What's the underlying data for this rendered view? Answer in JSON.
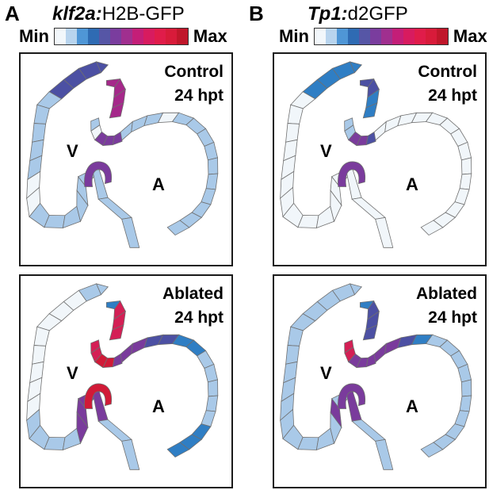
{
  "panels": [
    {
      "letter": "A",
      "title_italic": "klf2a:",
      "title_rest": "H2B-GFP"
    },
    {
      "letter": "B",
      "title_italic": "Tp1:",
      "title_rest": "d2GFP"
    }
  ],
  "scale": {
    "min_label": "Min",
    "max_label": "Max",
    "colors": [
      "#f2f7fb",
      "#b8d4ee",
      "#4f96d6",
      "#2f6bb3",
      "#5656a6",
      "#7a3d9e",
      "#a02f8f",
      "#c41e78",
      "#d81b5f",
      "#e01c4a",
      "#d81b3a",
      "#c0172b"
    ]
  },
  "chamber_labels": {
    "ventricle": "V",
    "atrium": "A"
  },
  "conditions": {
    "control": [
      "Control",
      "24 hpt"
    ],
    "ablated": [
      "Ablated",
      "24 hpt"
    ]
  },
  "level_colors": {
    "l0": "#f1f6fa",
    "l1": "#a9c9e8",
    "l2": "#2f7ec4",
    "l3": "#4c50a3",
    "l4": "#7a3b9c",
    "l5": "#a5288a",
    "l6": "#d41f55",
    "l7": "#d11a37"
  },
  "heart_maps": {
    "klf2a_control": {
      "ventricle": [
        "l3",
        "l3",
        "l3",
        "l1",
        "l1",
        "l1",
        "l1",
        "l1",
        "l0",
        "l0",
        "l1",
        "l1",
        "l1",
        "l1",
        "l1",
        "l1"
      ],
      "avc_out": [
        "l5",
        "l5",
        "l5",
        "l5"
      ],
      "avc_in": [
        "l1",
        "l0",
        "l4",
        "l4",
        "l4"
      ],
      "atrium_top": [
        "l1",
        "l1",
        "l1",
        "l0",
        "l1",
        "l1",
        "l1",
        "l1",
        "l1",
        "l1",
        "l1",
        "l1",
        "l1",
        "l1"
      ],
      "atrium_left": [
        "l1",
        "l1",
        "l1"
      ]
    },
    "tp1_control": {
      "ventricle": [
        "l2",
        "l2",
        "l2",
        "l0",
        "l0",
        "l0",
        "l0",
        "l0",
        "l0",
        "l0",
        "l0",
        "l0",
        "l0",
        "l0",
        "l0",
        "l0"
      ],
      "avc_out": [
        "l3",
        "l3",
        "l2",
        "l2"
      ],
      "avc_in": [
        "l1",
        "l1",
        "l4",
        "l4",
        "l3"
      ],
      "atrium_top": [
        "l0",
        "l0",
        "l0",
        "l0",
        "l0",
        "l0",
        "l0",
        "l0",
        "l0",
        "l0",
        "l0",
        "l0",
        "l0",
        "l0"
      ],
      "atrium_left": [
        "l0",
        "l0",
        "l0"
      ]
    },
    "klf2a_ablated": {
      "ventricle": [
        "l1",
        "l0",
        "l0",
        "l0",
        "l0",
        "l0",
        "l0",
        "l0",
        "l0",
        "l1",
        "l1",
        "l1",
        "l1",
        "l4",
        "l4",
        "l4"
      ],
      "avc_out": [
        "l2",
        "l6",
        "l6",
        "l6"
      ],
      "avc_in": [
        "l6",
        "l6",
        "l7",
        "l7",
        "l4"
      ],
      "atrium_top": [
        "l4",
        "l4",
        "l3",
        "l3",
        "l2",
        "l2",
        "l1",
        "l1",
        "l1",
        "l1",
        "l1",
        "l2",
        "l2",
        "l2"
      ],
      "atrium_left": [
        "l4",
        "l1",
        "l1"
      ]
    },
    "tp1_ablated": {
      "ventricle": [
        "l1",
        "l1",
        "l1",
        "l1",
        "l1",
        "l1",
        "l1",
        "l1",
        "l1",
        "l1",
        "l1",
        "l1",
        "l1",
        "l1",
        "l4",
        "l1"
      ],
      "avc_out": [
        "l2",
        "l3",
        "l3",
        "l3"
      ],
      "avc_in": [
        "l6",
        "l6",
        "l4",
        "l4",
        "l4"
      ],
      "atrium_top": [
        "l4",
        "l4",
        "l3",
        "l2",
        "l1",
        "l1",
        "l1",
        "l1",
        "l1",
        "l1",
        "l1",
        "l1",
        "l1",
        "l1"
      ],
      "atrium_left": [
        "l4",
        "l1",
        "l1"
      ]
    }
  }
}
